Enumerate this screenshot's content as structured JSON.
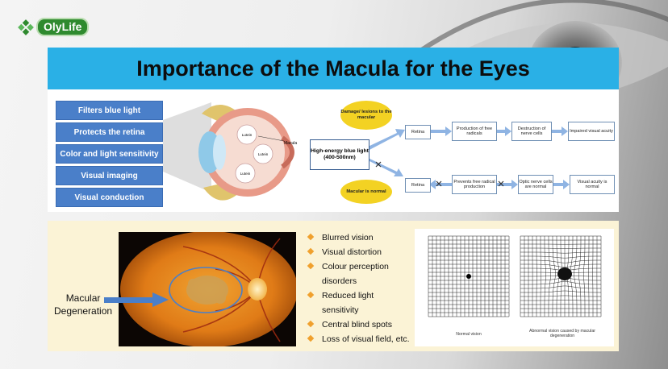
{
  "brand": {
    "logo_text": "OlyLife"
  },
  "title": "Importance of the Macula for the Eyes",
  "features": [
    "Filters blue light",
    "Protects the retina",
    "Color and light sensitivity",
    "Visual imaging",
    "Visual conduction"
  ],
  "eye_diagram": {
    "macula_label": "Macula",
    "pigments": [
      "Lutein",
      "Lutein",
      "Lutein"
    ]
  },
  "flowchart": {
    "source": "High-energy blue light (400-500nm)",
    "damage_path": {
      "condition": "Damage/ lesions to the macular",
      "steps": [
        "Retina",
        "Production of free radicals",
        "Destruction of nerve cells",
        "Impaired visual acuity"
      ]
    },
    "normal_path": {
      "condition": "Macular is normal",
      "steps": [
        "Retina",
        "Prevents free radical production",
        "Optic nerve cells are normal",
        "Visual acuity is normal"
      ]
    }
  },
  "fundus": {
    "label_line1": "Macular",
    "label_line2": "Degeneration"
  },
  "symptoms": [
    "Blurred vision",
    "Visual distortion",
    "Colour perception",
    "disorders",
    "Reduced light",
    "sensitivity",
    "Central blind spots",
    "Loss of visual field, etc."
  ],
  "symptom_bullets": [
    true,
    true,
    true,
    false,
    true,
    false,
    true,
    true
  ],
  "amsler": {
    "normal_caption": "Normal vision",
    "abnormal_caption": "Abnormal vision caused by macular degeneration"
  },
  "colors": {
    "title_bar": "#2ab0e6",
    "feature_button": "#4a7fc9",
    "flow_oval": "#f3d223",
    "flow_arrow": "#8fb4e3",
    "bullet": "#f0a02d",
    "logo_green": "#2f8a2f"
  }
}
